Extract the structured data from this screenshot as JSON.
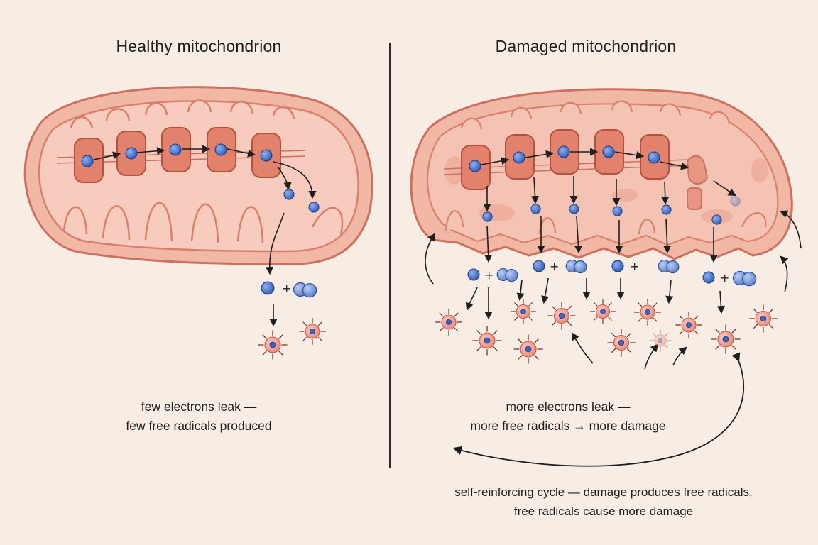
{
  "healthy": {
    "title": "Healthy mitochondrion",
    "caption_line1": "few electrons leak —",
    "caption_line2": "few free radicals produced"
  },
  "damaged": {
    "title": "Damaged mitochondrion",
    "caption_line1": "more electrons leak —",
    "caption_line2": "more free radicals → more damage"
  },
  "cycle": {
    "caption_line1": "self-reinforcing cycle — damage produces free radicals,",
    "caption_line2": "free radicals cause more damage"
  },
  "symbols": {
    "electron": "e⁻",
    "oxygen": "O₂",
    "plus": "+"
  },
  "colors": {
    "membrane": "#e58a78",
    "matrix": "#f7c8bb",
    "protein": "#e3826c",
    "electron": "#3d6fcf",
    "radical": "#ee9a8e",
    "background": "#f7ede4"
  }
}
